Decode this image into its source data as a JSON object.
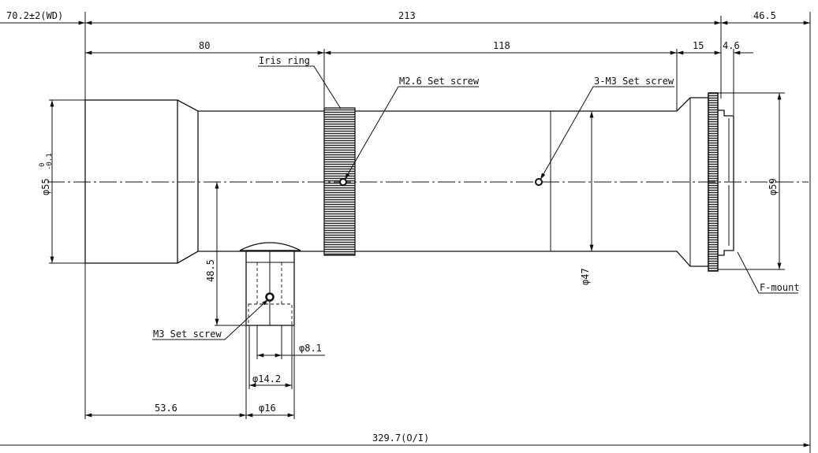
{
  "dimensions": {
    "wd": "70.2±2(WD)",
    "length_213": "213",
    "rear_46_5": "46.5",
    "front_80": "80",
    "mid_118": "118",
    "rear_15": "15",
    "flange_4_6": "4.6",
    "dia_55": "φ55",
    "dia_55_tol_upper": "0",
    "dia_55_tol_lower": "-0.1",
    "dia_59": "φ59",
    "dia_47": "φ47",
    "height_48_5": "48.5",
    "dia_8_1": "φ8.1",
    "dia_14_2": "φ14.2",
    "dia_16": "φ16",
    "offset_53_6": "53.6",
    "total_oi": "329.7(O/I)"
  },
  "callouts": {
    "iris_ring": "Iris ring",
    "m26_set_screw": "M2.6 Set screw",
    "m3x3_set_screw": "3-M3 Set screw",
    "m3_set_screw": "M3 Set screw",
    "f_mount": "F-mount"
  }
}
